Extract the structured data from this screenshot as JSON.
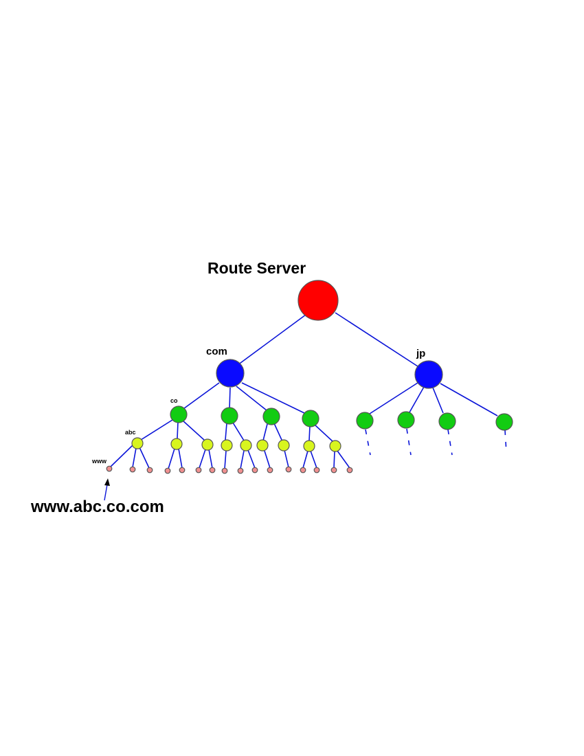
{
  "title": "Route Server",
  "labels": {
    "com": "com",
    "jp": "jp",
    "co": "co",
    "abc": "abc",
    "www": "www",
    "fqdn": "www.abc.co.com"
  },
  "colors": {
    "root": "#ff0000",
    "tld": "#0a0aff",
    "second_level": "#12cc12",
    "third_level": "#d8f51e",
    "host": "#f09090",
    "edge": "#0a14d8"
  }
}
